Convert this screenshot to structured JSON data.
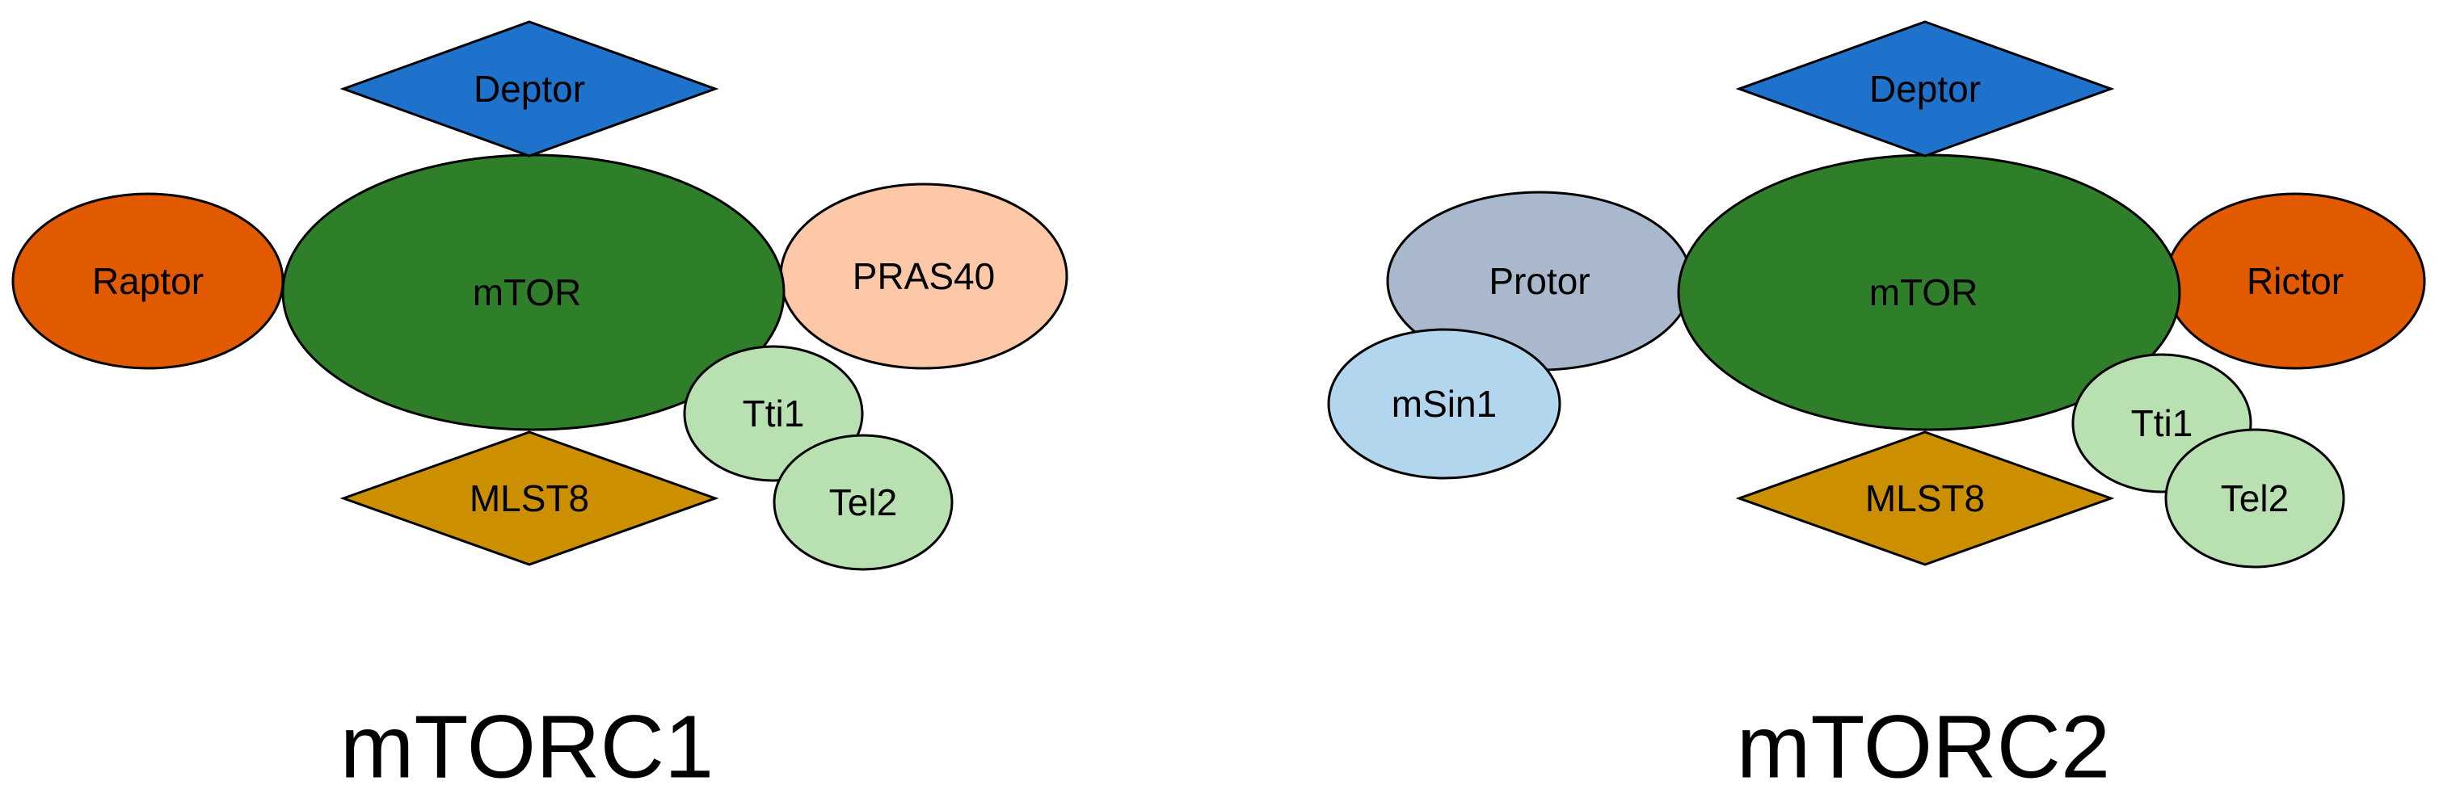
{
  "complexes": [
    {
      "id": "mtorc1",
      "title": "mTORC1",
      "nodes": {
        "deptor": {
          "label": "Deptor",
          "color": "#1f72cc"
        },
        "raptor": {
          "label": "Raptor",
          "color": "#e15a00"
        },
        "mtor": {
          "label": "mTOR",
          "color": "#2f7f2a"
        },
        "pras40": {
          "label": "PRAS40",
          "color": "#fcc8a7"
        },
        "tti1": {
          "label": "Tti1",
          "color": "#b9e0b1"
        },
        "tel2": {
          "label": "Tel2",
          "color": "#b9e0b1"
        },
        "mlst8": {
          "label": "MLST8",
          "color": "#cc8f00"
        }
      }
    },
    {
      "id": "mtorc2",
      "title": "mTORC2",
      "nodes": {
        "deptor": {
          "label": "Deptor",
          "color": "#1f72cc"
        },
        "protor": {
          "label": "Protor",
          "color": "#a9b8cc"
        },
        "msin1": {
          "label": "mSin1",
          "color": "#b3d6ef"
        },
        "mtor": {
          "label": "mTOR",
          "color": "#2f7f2a"
        },
        "rictor": {
          "label": "Rictor",
          "color": "#e15a00"
        },
        "tti1": {
          "label": "Tti1",
          "color": "#b9e0b1"
        },
        "tel2": {
          "label": "Tel2",
          "color": "#b9e0b1"
        },
        "mlst8": {
          "label": "MLST8",
          "color": "#cc8f00"
        }
      }
    }
  ]
}
